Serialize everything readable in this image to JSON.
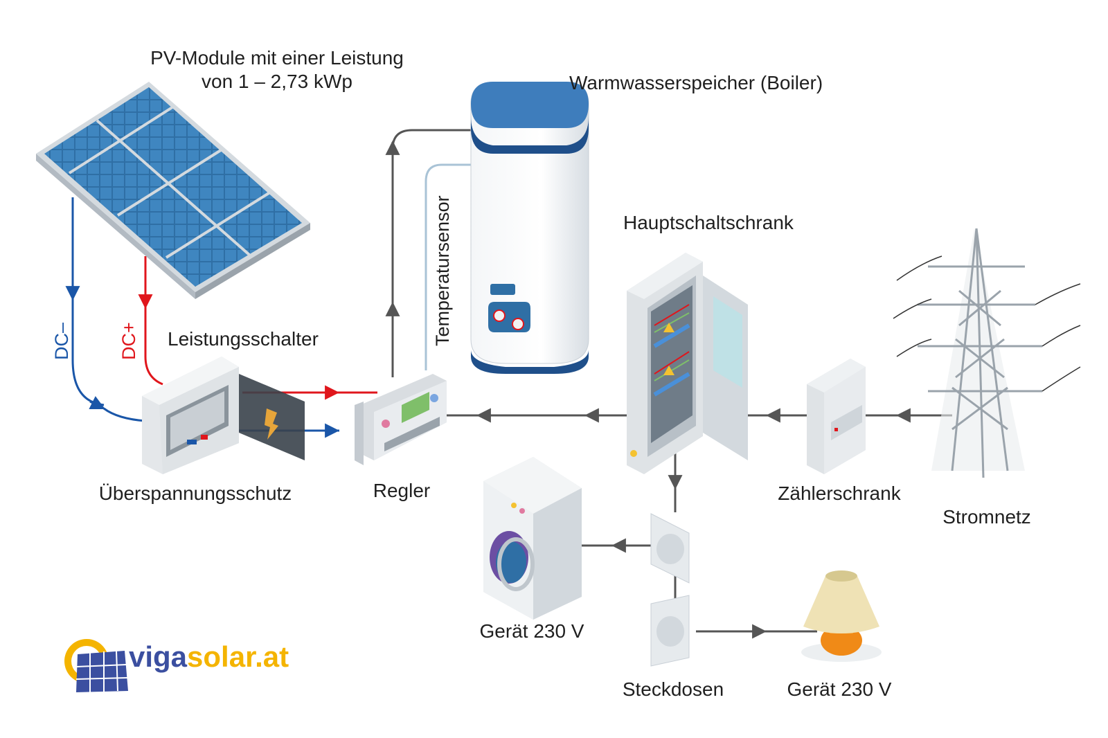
{
  "labels": {
    "pv_line1": "PV-Module mit einer Leistung",
    "pv_line2": "von 1 – 2,73 kWp",
    "boiler": "Warmwasserspeicher (Boiler)",
    "temp_sensor": "Temperatursensor",
    "main_cabinet": "Hauptschaltschrank",
    "breaker": "Leistungsschalter",
    "dc_minus": "DC–",
    "dc_plus": "DC+",
    "surge": "Überspannungsschutz",
    "controller": "Regler",
    "meter": "Zählerschrank",
    "grid": "Stromnetz",
    "device1": "Gerät 230 V",
    "sockets": "Steckdosen",
    "device2": "Gerät 230 V"
  },
  "brand": {
    "part1": "viga",
    "part2": "solar.at"
  },
  "colors": {
    "dc_minus": "#1a56a8",
    "dc_plus": "#e0161c",
    "flow": "#555555",
    "sensor": "#a9c3d6",
    "brand_blue": "#3b4fa0",
    "brand_yellow": "#f4b400"
  }
}
